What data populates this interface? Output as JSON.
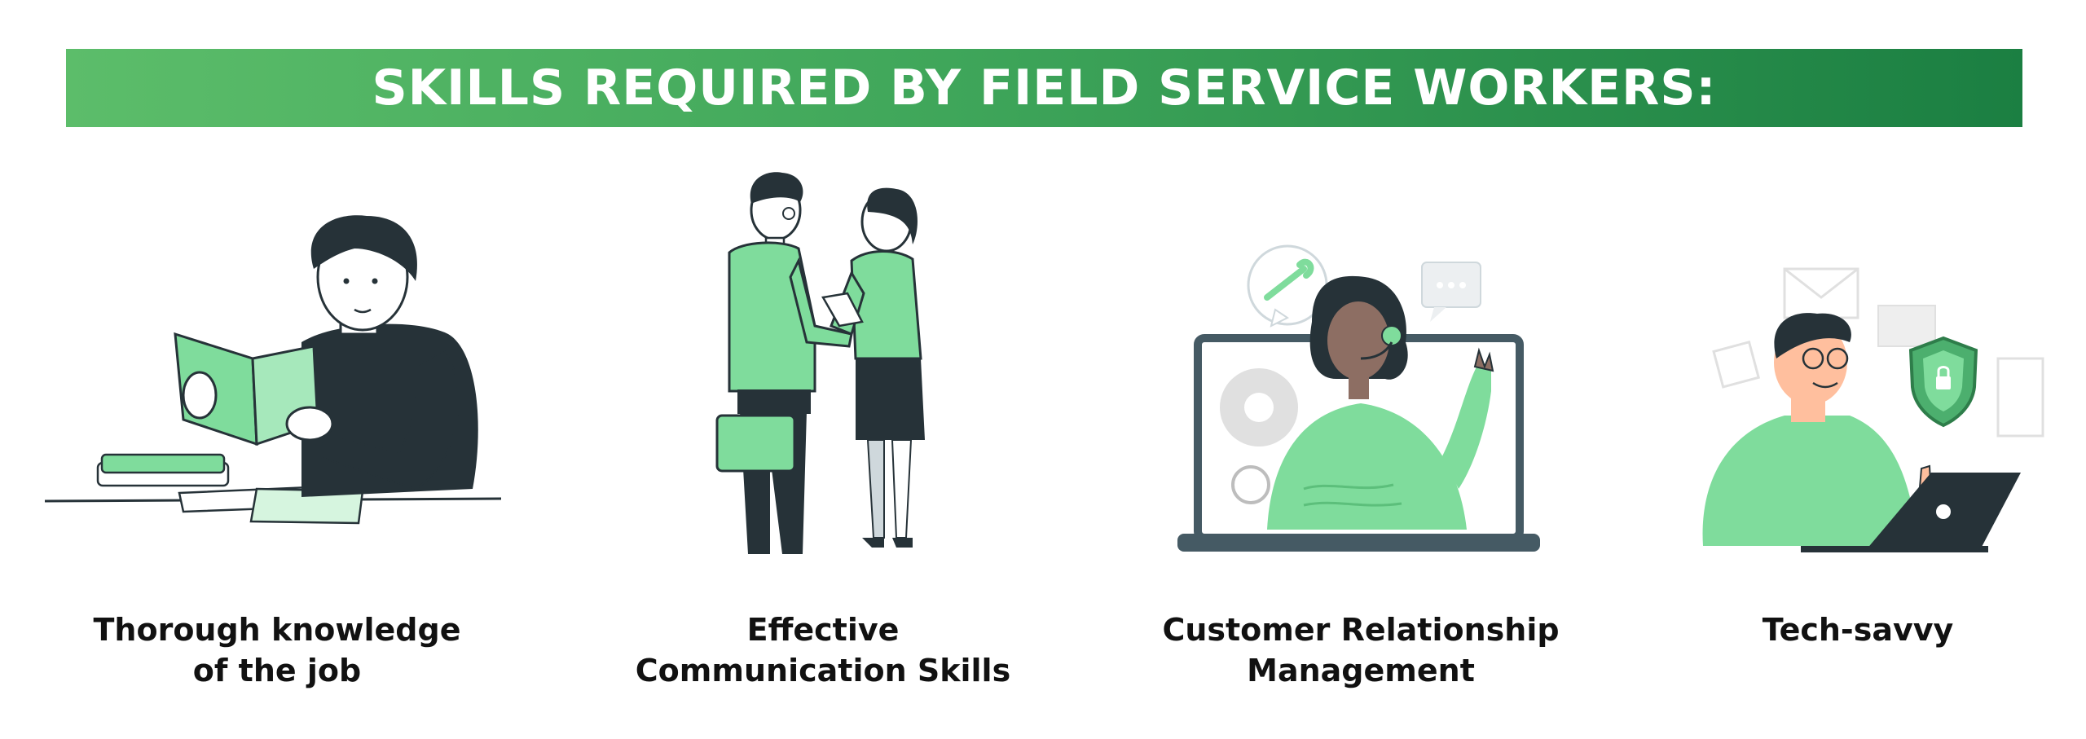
{
  "banner": {
    "title": "SKILLS REQUIRED BY FIELD SERVICE WORKERS:",
    "gradient_start": "#5cbd6a",
    "gradient_end": "#1b7f42"
  },
  "accent_color": "#7fdc9c",
  "dark_color": "#263238",
  "skills": [
    {
      "caption_line1": "Thorough knowledge",
      "caption_line2": "of the job",
      "illustration": "person-reading-book-icon"
    },
    {
      "caption_line1": "Effective",
      "caption_line2": "Communication Skills",
      "illustration": "handshake-icon"
    },
    {
      "caption_line1": "Customer Relationship",
      "caption_line2": "Management",
      "illustration": "support-agent-laptop-icon"
    },
    {
      "caption_line1": "Tech-savvy",
      "caption_line2": "",
      "illustration": "person-laptop-security-icon"
    }
  ]
}
